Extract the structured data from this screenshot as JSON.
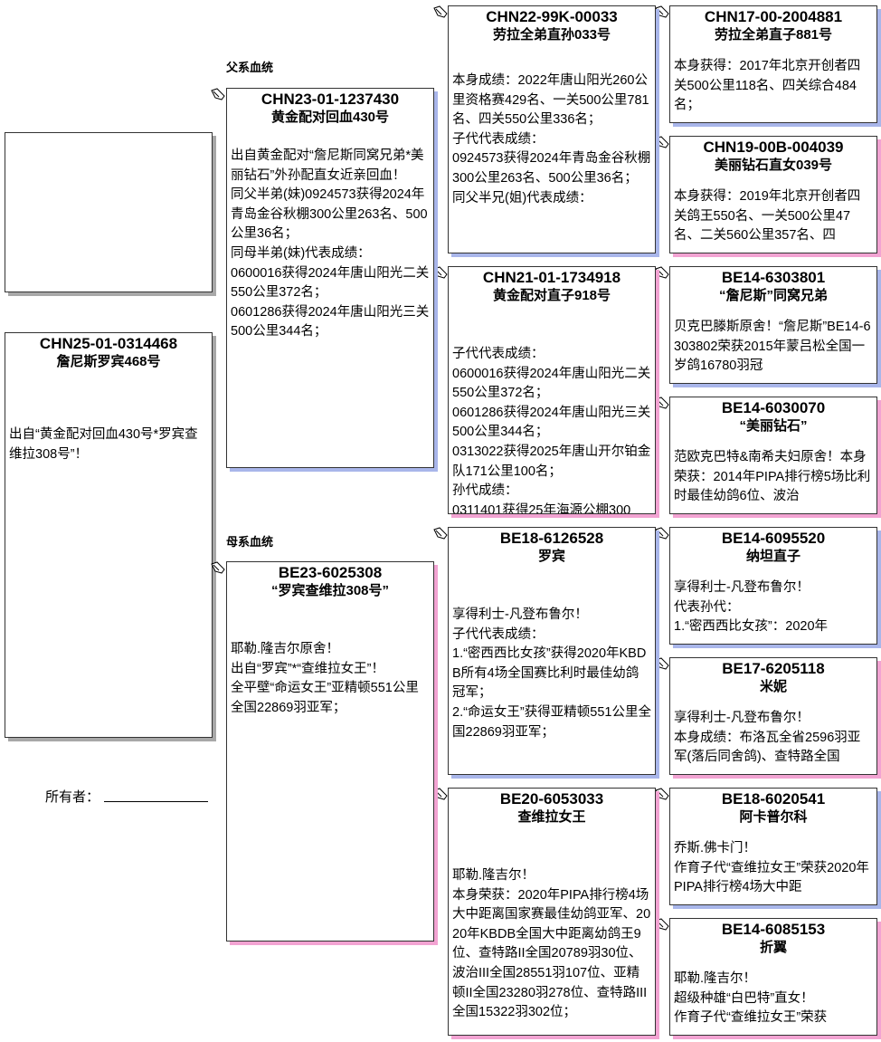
{
  "labels": {
    "sire_line": "父系血统",
    "dam_line": "母系血统",
    "owner": "所有者："
  },
  "photo": {
    "alt": ""
  },
  "subject": {
    "ring": "CHN25-01-0314468",
    "name": "詹尼斯罗宾468号",
    "text": "出自“黄金配对回血430号*罗宾查维拉308号”！"
  },
  "sire": {
    "ring": "CHN23-01-1237430",
    "name": "黄金配对回血430号",
    "text": "出自黄金配对“詹尼斯同窝兄弟*美丽钻石”外孙配直女近亲回血！\n同父半弟(妹)0924573获得2024年青岛金谷秋棚300公里263名、500公里36名；\n同母半弟(妹)代表成绩：\n0600016获得2024年唐山阳光二关550公里372名；\n0601286获得2024年唐山阳光三关500公里344名；"
  },
  "dam": {
    "ring": "BE23-6025308",
    "name": "“罗宾查维拉308号”",
    "text": "耶勒.隆吉尔原舍！\n出自“罗宾”*“查维拉女王”！\n全平壁“命运女王”亚精顿551公里全国22869羽亚军；"
  },
  "ss": {
    "ring": "CHN22-99K-00033",
    "name": "劳拉全弟直孙033号",
    "text": "本身成绩：2022年唐山阳光260公里资格赛429名、一关500公里781名、四关550公里336名；\n子代代表成绩：\n0924573获得2024年青岛金谷秋棚300公里263名、500公里36名；\n同父半兄(姐)代表成绩："
  },
  "sd": {
    "ring": "CHN21-01-1734918",
    "name": "黄金配对直子918号",
    "text": "子代代表成绩：\n0600016获得2024年唐山阳光二关550公里372名；\n0601286获得2024年唐山阳光三关500公里344名；\n0313022获得2025年唐山开尔铂金队171公里100名；\n孙代成绩：\n0311401获得25年海源公棚300"
  },
  "ds": {
    "ring": "BE18-6126528",
    "name": "罗宾",
    "text": "享得利士-凡登布鲁尔！\n子代代表成绩：\n1.“密西西比女孩”获得2020年KBDB所有4场全国赛比利时最佳幼鸽冠军；\n2.“命运女王”获得亚精顿551公里全国22869羽亚军；"
  },
  "dd": {
    "ring": "BE20-6053033",
    "name": "查维拉女王",
    "text": "耶勒.隆吉尔！\n本身荣获：2020年PIPA排行榜4场大中距离国家赛最佳幼鸽亚军、2020年KBDB全国大中距离幼鸽王9位、查特路II全国20789羽30位、波治III全国28551羽107位、亚精顿II全国23280羽278位、查特路III全国15322羽302位；"
  },
  "sss": {
    "ring": "CHN17-00-2004881",
    "name": "劳拉全弟直子881号",
    "text": "本身获得：2017年北京开创者四关500公里118名、四关综合484名；"
  },
  "ssd": {
    "ring": "CHN19-00B-004039",
    "name": "美丽钻石直女039号",
    "text": "本身获得：2019年北京开创者四关鸽王550名、一关500公里47名、二关560公里357名、四"
  },
  "sds": {
    "ring": "BE14-6303801",
    "name": "“詹尼斯”同窝兄弟",
    "text": "贝克巴滕斯原舍！“詹尼斯”BE14-6303802荣获2015年蒙吕松全国一岁鸽16780羽冠"
  },
  "sdd": {
    "ring": "BE14-6030070",
    "name": "“美丽钻石”",
    "text": "范欧克巴特&南希夫妇原舍！本身荣获：2014年PIPA排行榜5场比利时最佳幼鸽6位、波治"
  },
  "dss": {
    "ring": "BE14-6095520",
    "name": "纳坦直子",
    "text": "享得利士-凡登布鲁尔！\n代表孙代：\n1.“密西西比女孩”：2020年"
  },
  "dsd": {
    "ring": "BE17-6205118",
    "name": "米妮",
    "text": "享得利士-凡登布鲁尔！\n本身成绩：布洛瓦全省2596羽亚军(落后同舍鸽)、查特路全国"
  },
  "dds": {
    "ring": "BE18-6020541",
    "name": "阿卡普尔科",
    "text": "乔斯.佛卡门！\n作育子代“查维拉女王”荣获2020年PIPA排行榜4场大中距"
  },
  "ddd": {
    "ring": "BE14-6085153",
    "name": "折翼",
    "text": "耶勒.隆吉尔！\n超级种雄“白巴特”直女！\n作育子代“查维拉女王”荣获"
  }
}
